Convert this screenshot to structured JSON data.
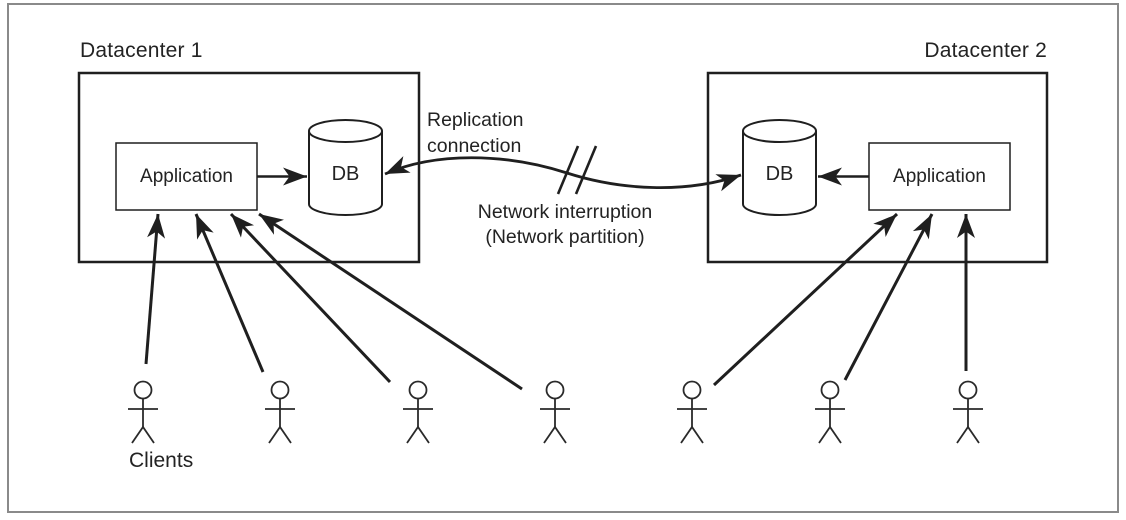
{
  "diagram": {
    "datacenters": [
      {
        "name": "Datacenter 1",
        "application": "Application",
        "database": "DB"
      },
      {
        "name": "Datacenter 2",
        "application": "Application",
        "database": "DB"
      }
    ],
    "labels": {
      "replication": "Replication\nconnection",
      "network_interruption": "Network interruption\n(Network partition)",
      "clients": "Clients"
    },
    "clients_count": 7,
    "colors": {
      "line": "#1f1f1f",
      "text": "#232323",
      "frame": "#8a8a8a",
      "background": "#ffffff"
    }
  }
}
